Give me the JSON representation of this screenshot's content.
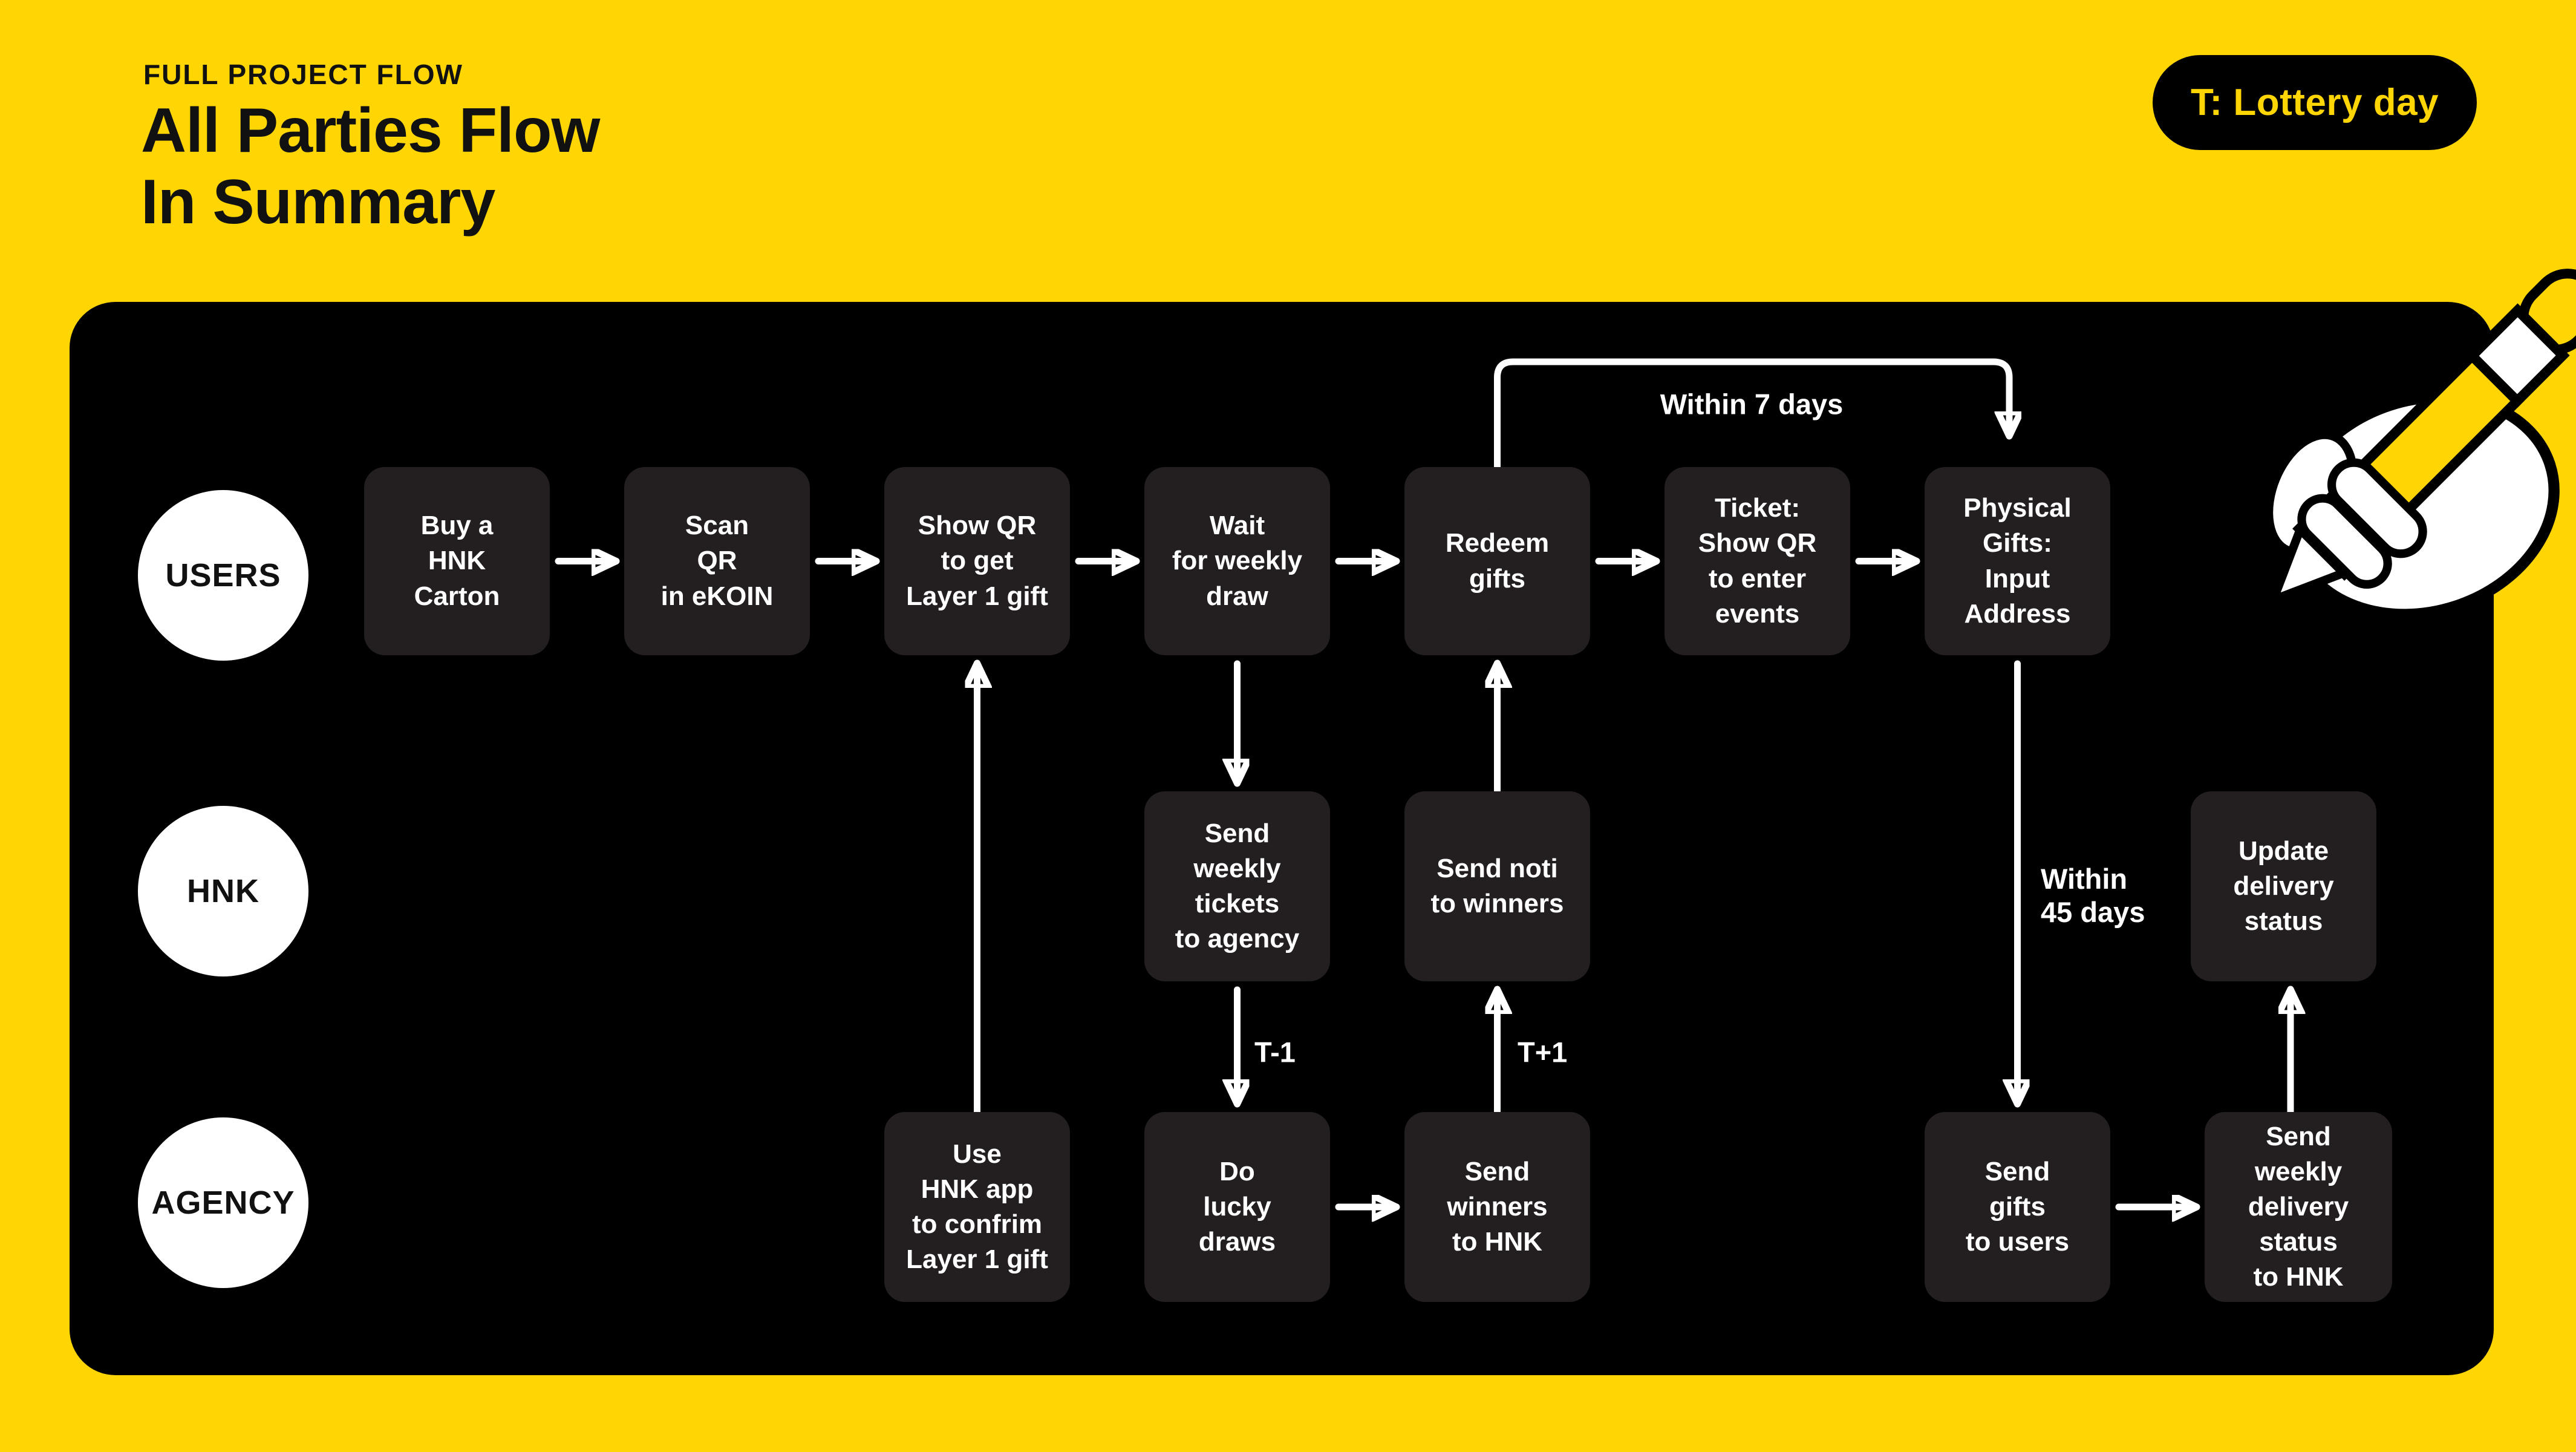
{
  "header": {
    "eyebrow": "FULL PROJECT FLOW",
    "title": "All Parties Flow\nIn Summary",
    "badge": "T: Lottery day"
  },
  "lanes": [
    {
      "label": "USERS"
    },
    {
      "label": "HNK"
    },
    {
      "label": "AGENCY"
    }
  ],
  "nodes": [
    {
      "lane": "USERS",
      "label": "Buy a\nHNK\nCarton"
    },
    {
      "lane": "USERS",
      "label": "Scan\nQR\nin eKOIN"
    },
    {
      "lane": "USERS",
      "label": "Show QR\nto get\nLayer 1 gift"
    },
    {
      "lane": "USERS",
      "label": "Wait\nfor weekly\ndraw"
    },
    {
      "lane": "USERS",
      "label": "Redeem\ngifts"
    },
    {
      "lane": "USERS",
      "label": "Ticket:\nShow QR\nto enter\nevents"
    },
    {
      "lane": "USERS",
      "label": "Physical\nGifts:\nInput\nAddress"
    },
    {
      "lane": "HNK",
      "label": "Send\nweekly\ntickets\nto agency"
    },
    {
      "lane": "HNK",
      "label": "Send noti\nto winners"
    },
    {
      "lane": "HNK",
      "label": "Update\ndelivery\nstatus"
    },
    {
      "lane": "AGENCY",
      "label": "Use\nHNK app\nto confrim\nLayer 1 gift"
    },
    {
      "lane": "AGENCY",
      "label": "Do\nlucky\ndraws"
    },
    {
      "lane": "AGENCY",
      "label": "Send\nwinners\nto HNK"
    },
    {
      "lane": "AGENCY",
      "label": "Send\ngifts\nto users"
    },
    {
      "lane": "AGENCY",
      "label": "Send\nweekly\ndelivery\nstatus\nto HNK"
    }
  ],
  "annotations": {
    "within_7_days": "Within 7 days",
    "within_45_days": "Within\n45 days",
    "t_minus_1": "T-1",
    "t_plus_1": "T+1"
  },
  "colors": {
    "background_yellow": "#FFD504",
    "panel_black": "#000000",
    "node_dark": "#231F20",
    "text_white": "#FFFFFF",
    "text_black": "#111111"
  },
  "illustration": {
    "name": "hand-holding-pencil"
  }
}
